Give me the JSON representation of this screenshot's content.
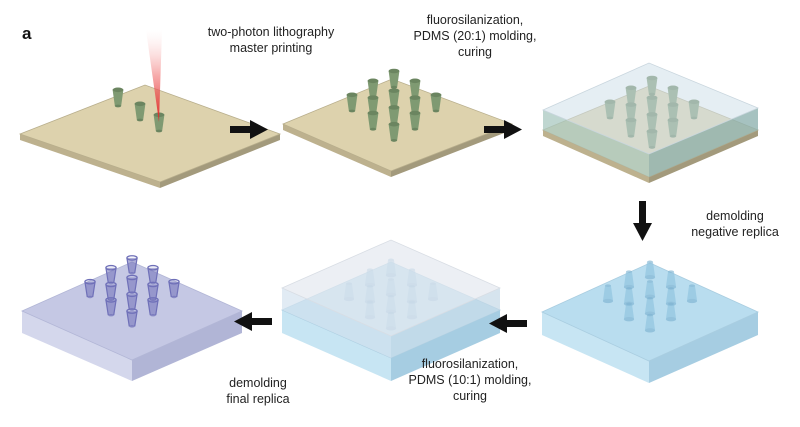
{
  "figure": {
    "panel_letter": "a",
    "labels": {
      "step1": "two-photon lithography\nmaster printing",
      "step2": "fluorosilanization,\nPDMS (20:1) molding,\ncuring",
      "step3": "demolding\nnegative replica",
      "step4": "fluorosilanization,\nPDMS (10:1) molding,\ncuring",
      "step5": "demolding\nfinal replica"
    },
    "colors": {
      "substrate_top": "#ddd2ad",
      "substrate_side": "#a39a7c",
      "pillar": "#7f9a72",
      "laser": "#e23a3a",
      "pdms_cover": "#cfe0ea",
      "negative_replica": "#b9ddef",
      "final_replica": "#c5c8e4",
      "final_pillar": "#6f70b8",
      "arrow": "#111111"
    },
    "icons": [
      "laser-beam-icon",
      "right-arrow-icon",
      "down-arrow-icon",
      "left-arrow-icon"
    ]
  }
}
